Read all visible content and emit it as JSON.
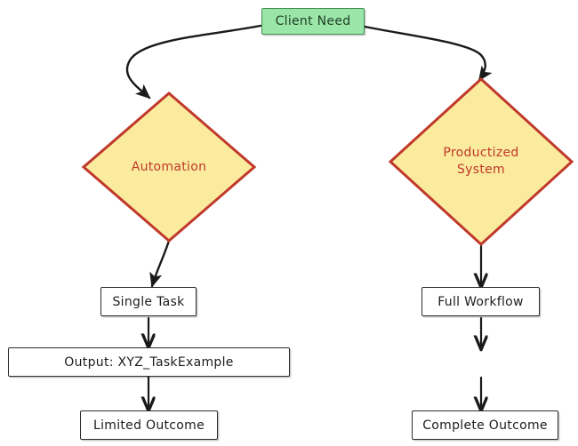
{
  "diagram": {
    "title": "Client Need branching flowchart",
    "type": "flowchart",
    "background": "#ffffff",
    "colors": {
      "start_fill": "#9ae6a8",
      "start_stroke": "#3f8f52",
      "decision_fill": "#fbeb9e",
      "decision_stroke": "#c0392b",
      "decision_text": "#c0392b",
      "process_fill": "#ffffff",
      "process_stroke": "#2b2b2b",
      "edge_stroke": "#1a1a1a"
    },
    "nodes": {
      "client_need": {
        "label": "Client Need",
        "shape": "rect",
        "role": "start"
      },
      "automation": {
        "label_line1": "Automation",
        "label_line2": "",
        "shape": "diamond",
        "role": "decision"
      },
      "productized_system": {
        "label_line1": "Productized",
        "label_line2": "System",
        "shape": "diamond",
        "role": "decision"
      },
      "single_task": {
        "label": "Single Task",
        "shape": "rect",
        "role": "process"
      },
      "output_task": {
        "label": "Output: XYZ_TaskExample",
        "shape": "rect",
        "role": "process"
      },
      "limited_outcome": {
        "label": "Limited Outcome",
        "shape": "rect",
        "role": "terminal"
      },
      "full_workflow": {
        "label": "Full Workflow",
        "shape": "rect",
        "role": "process"
      },
      "complete_outcome": {
        "label": "Complete Outcome",
        "shape": "rect",
        "role": "terminal"
      }
    },
    "edges": [
      {
        "from": "client_need",
        "to": "automation",
        "style": "curved",
        "arrow": "end"
      },
      {
        "from": "client_need",
        "to": "productized_system",
        "style": "curved",
        "arrow": "end"
      },
      {
        "from": "automation",
        "to": "single_task",
        "style": "curved",
        "arrow": "end"
      },
      {
        "from": "single_task",
        "to": "output_task",
        "style": "straight",
        "arrow": "end"
      },
      {
        "from": "output_task",
        "to": "limited_outcome",
        "style": "straight",
        "arrow": "end"
      },
      {
        "from": "productized_system",
        "to": "full_workflow",
        "style": "straight",
        "arrow": "end"
      },
      {
        "from": "full_workflow",
        "to": "complete_outcome",
        "style": "straight-segmented",
        "arrow": "end"
      }
    ]
  }
}
